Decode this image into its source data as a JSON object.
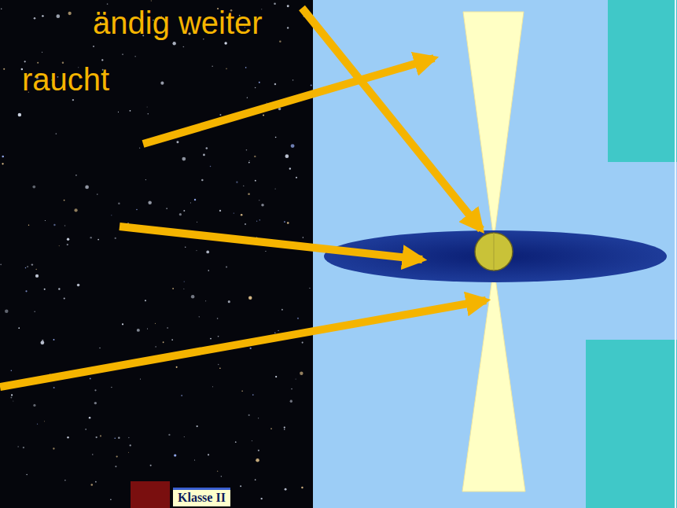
{
  "diagram": {
    "labels": [
      "ändig weiter",
      "raucht",
      "Klasse II"
    ]
  }
}
